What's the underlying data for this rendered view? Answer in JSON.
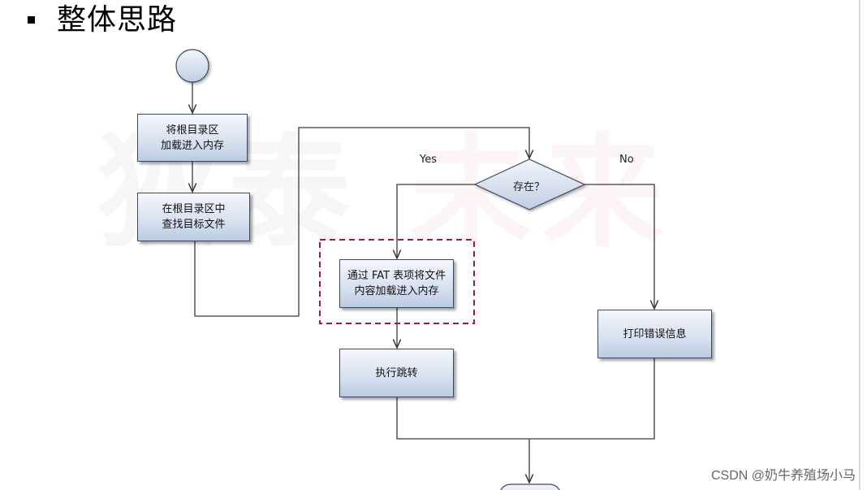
{
  "slide": {
    "heading": "整体思路"
  },
  "flowchart": {
    "load_root": "将根目录区\n加载进入内存",
    "find_in_root": "在根目录区中\n查找目标文件",
    "exists_decision": "存在？",
    "branch_yes": "Yes",
    "branch_no": "No",
    "load_via_fat": "通过 FAT 表项将文件\n内容加载进入内存",
    "execute_jump": "执行跳转",
    "print_error": "打印错误信息"
  },
  "watermark": {
    "left": "狄泰",
    "right": "未来"
  },
  "credit": "CSDN @奶牛养殖场小马"
}
